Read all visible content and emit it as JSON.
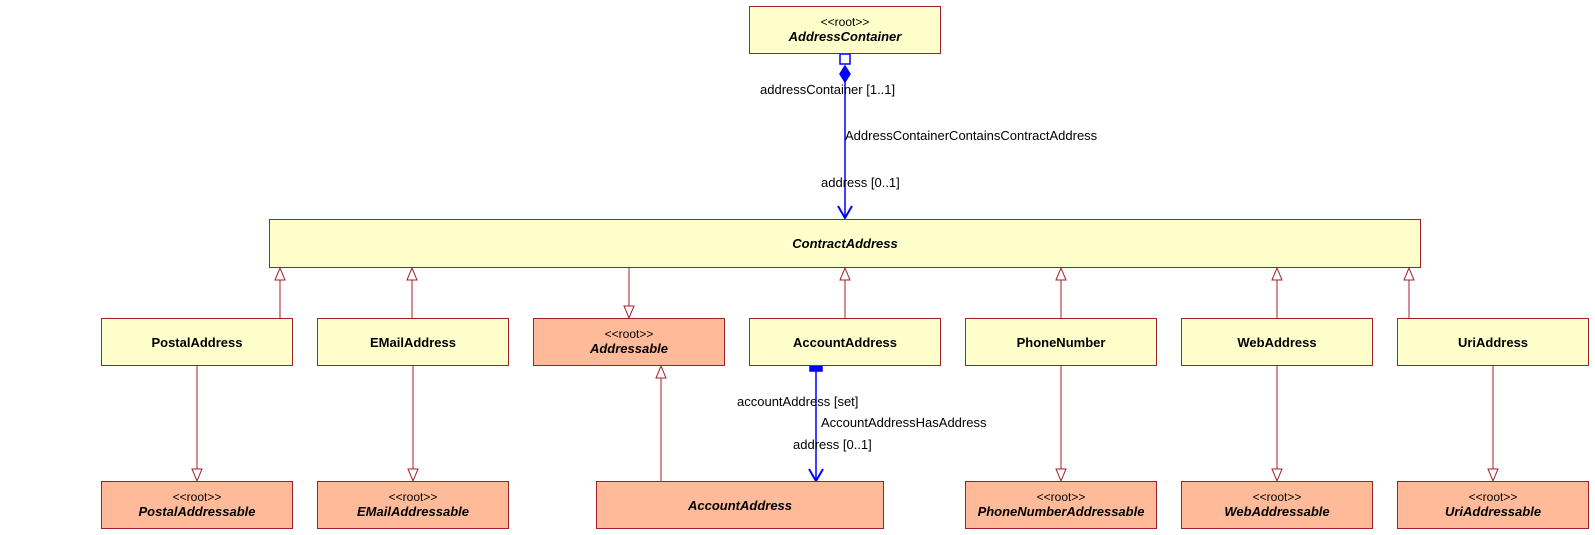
{
  "classes": {
    "address_container": {
      "stereotype": "<<root>>",
      "name": "AddressContainer"
    },
    "contract_address": {
      "name": "ContractAddress"
    },
    "postal_address": {
      "name": "PostalAddress"
    },
    "email_address": {
      "name": "EMailAddress"
    },
    "addressable": {
      "stereotype": "<<root>>",
      "name": "Addressable"
    },
    "account_address": {
      "name": "AccountAddress"
    },
    "phone_number": {
      "name": "PhoneNumber"
    },
    "web_address": {
      "name": "WebAddress"
    },
    "uri_address": {
      "name": "UriAddress"
    },
    "postal_addressable": {
      "stereotype": "<<root>>",
      "name": "PostalAddressable"
    },
    "email_addressable": {
      "stereotype": "<<root>>",
      "name": "EMailAddressable"
    },
    "account_address_root": {
      "name": "AccountAddress"
    },
    "phone_number_addressable": {
      "stereotype": "<<root>>",
      "name": "PhoneNumberAddressable"
    },
    "web_addressable": {
      "stereotype": "<<root>>",
      "name": "WebAddressable"
    },
    "uri_addressable": {
      "stereotype": "<<root>>",
      "name": "UriAddressable"
    }
  },
  "associations": {
    "container_contains": {
      "name": "AddressContainerContainsContractAddress",
      "source_role": "addressContainer [1..1]",
      "target_role": "address [0..1]"
    },
    "account_has": {
      "name": "AccountAddressHasAddress",
      "source_role": "accountAddress [set]",
      "target_role": "address [0..1]"
    }
  },
  "colors": {
    "class_fill": "#ffffcc",
    "root_fill": "#ffbb99",
    "border": "#a0202a",
    "association": "#0000ff"
  }
}
